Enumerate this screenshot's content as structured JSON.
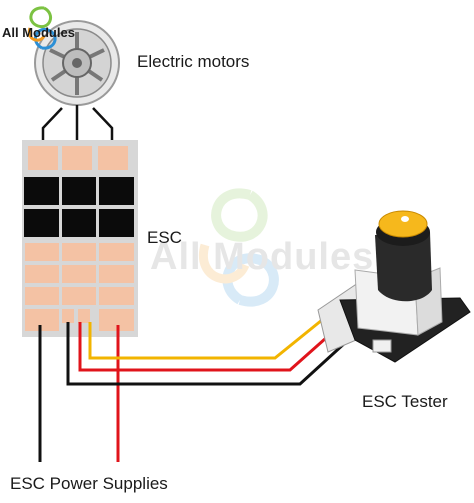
{
  "labels": {
    "motors": "Electric motors",
    "esc": "ESC",
    "tester": "ESC Tester",
    "power": "ESC Power Supplies"
  },
  "branding": {
    "logo_text": "All Modules",
    "watermark_text": "All Modules"
  },
  "colors": {
    "wire_black": "#111111",
    "wire_red": "#e0141b",
    "wire_yellow": "#f2b400",
    "pad": "#f4c2a4",
    "chip": "#0b0b0b",
    "board": "#d7d7d7",
    "knob_yellow": "#f6b81c",
    "logo_green": "#7cc242",
    "logo_blue": "#2b8fd6",
    "logo_orange": "#f39a1e"
  }
}
